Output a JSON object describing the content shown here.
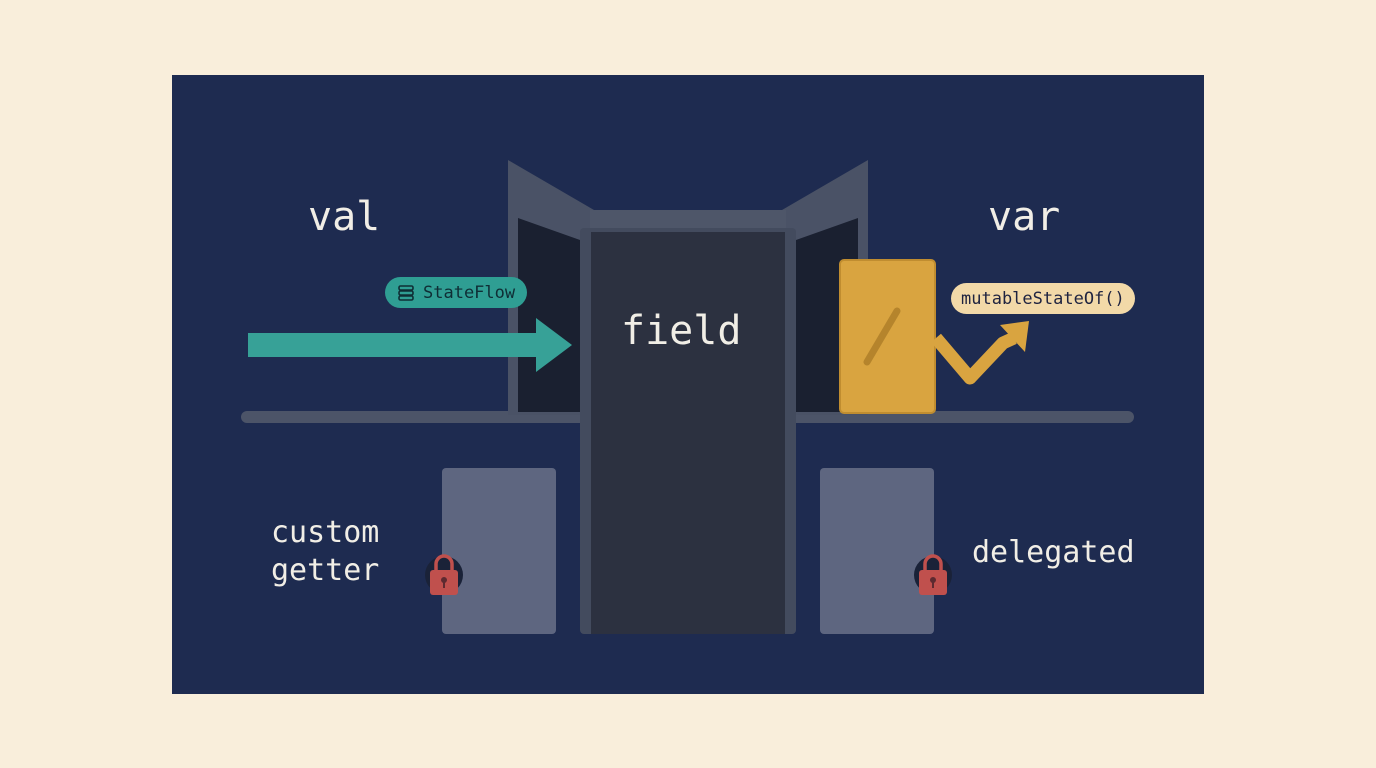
{
  "labels": {
    "left_title": "val",
    "right_title": "var",
    "center": "field",
    "bottom_left_line1": "custom",
    "bottom_left_line2": "getter",
    "bottom_right": "delegated"
  },
  "pills": {
    "stateflow": "StateFlow",
    "mutable": "mutableStateOf()"
  },
  "icons": {
    "stateflow_pill_icon": "stack-arrows-icon",
    "left_lock": "lock-icon",
    "right_lock": "lock-icon",
    "incoming_arrow": "right-arrow-icon",
    "outgoing_arrow": "zigzag-arrow-icon",
    "gold_block_mark": "slash-icon"
  },
  "colors": {
    "background": "#f9eedb",
    "panel": "#1e2b50",
    "teal": "#37a197",
    "gold": "#d9a440",
    "slate": "#5e6680",
    "dark_pillar": "#2c3140",
    "lock": "#c0504d"
  }
}
